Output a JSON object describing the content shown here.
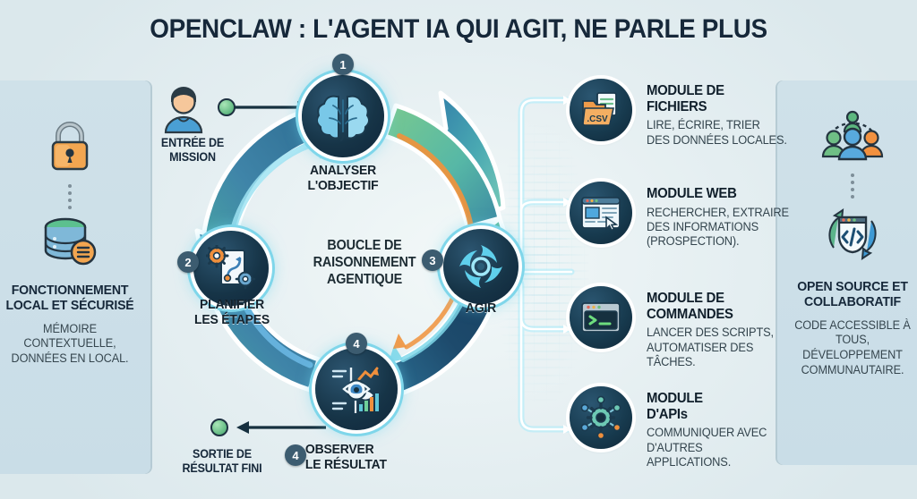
{
  "title": "OPENCLAW : L'AGENT IA QUI AGIT, NE PARLE PLUS",
  "colors": {
    "background": "#e9f2f3",
    "panel": "#cfe1e9",
    "title_text": "#16283a",
    "node_fill": "#163447",
    "node_glow": "#7fd6ea",
    "badge": "#3c5c70",
    "io_dot": "#6cc08a",
    "ring_blue": "#3f7fa4",
    "ring_teal": "#67c5b1",
    "ring_green": "#6cb98a",
    "ring_navy": "#1d3f5c",
    "accent_orange": "#f0923c",
    "connector_cyan": "#8fe6fb"
  },
  "center_label": "BOUCLE DE RAISONNEMENT AGENTIQUE",
  "left_panel": {
    "icons": [
      "padlock-icon",
      "database-icon"
    ],
    "heading": "FONCTIONNEMENT LOCAL ET SÉCURISÉ",
    "description": "MÉMOIRE CONTEXTUELLE, DONNÉES EN LOCAL."
  },
  "right_panel": {
    "icons": [
      "community-people-icon",
      "code-shield-icon"
    ],
    "heading": "OPEN SOURCE ET COLLABORATIF",
    "description": "CODE ACCESSIBLE À TOUS, DÉVELOPPEMENT COMMUNAUTAIRE."
  },
  "io": {
    "input_label": "ENTRÉE DE MISSION",
    "output_label": "SORTIE DE RÉSULTAT FINI"
  },
  "cycle": {
    "steps": [
      {
        "number": "1",
        "label": "ANALYSER L'OBJECTIF",
        "icon": "brain-icon"
      },
      {
        "number": "2",
        "label": "PLANIFIER LES ÉTAPES",
        "icon": "gears-plan-icon"
      },
      {
        "number": "3",
        "label": "AGIR",
        "icon": "swirl-action-icon"
      },
      {
        "number": "4",
        "label": "OBSERVER LE RÉSULTAT",
        "icon": "eye-chart-icon"
      }
    ]
  },
  "modules": [
    {
      "title": "MODULE DE FICHIERS",
      "description": "LIRE, ÉCRIRE, TRIER DES DONNÉES LOCALES.",
      "icon": "csv-folder-icon"
    },
    {
      "title": "MODULE WEB",
      "description": "RECHERCHER, EXTRAIRE DES INFORMATIONS (PROSPECTION).",
      "icon": "browser-window-icon"
    },
    {
      "title": "MODULE DE COMMANDES",
      "description": "LANCER DES SCRIPTS, AUTOMATISER DES TÂCHES.",
      "icon": "terminal-icon"
    },
    {
      "title": "MODULE D'APIs",
      "description": "COMMUNIQUER AVEC D'AUTRES APPLICATIONS.",
      "icon": "api-gear-nodes-icon"
    }
  ]
}
